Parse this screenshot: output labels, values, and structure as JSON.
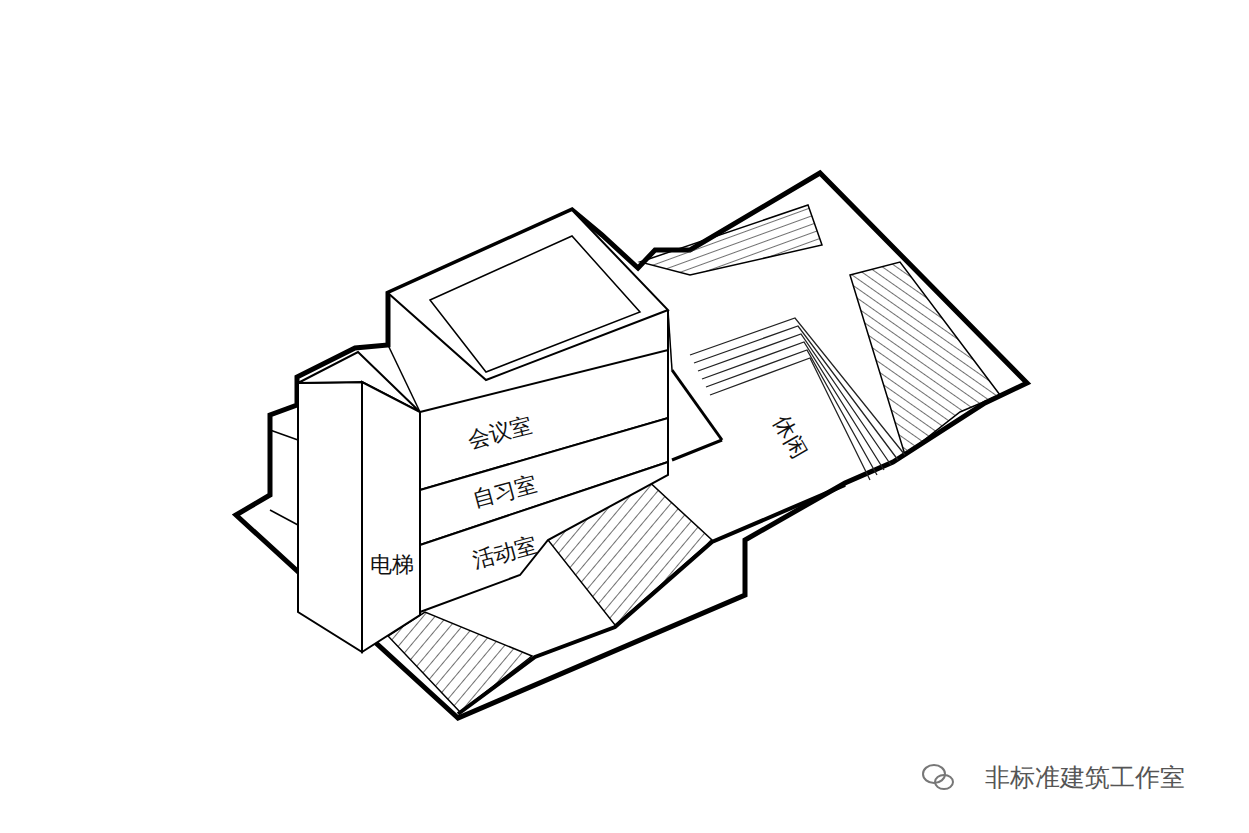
{
  "diagram": {
    "nodes": [
      {
        "text": [
          "会议室"
        ]
      },
      {
        "text": [
          "自习室"
        ]
      },
      {
        "text": [
          "活动室"
        ]
      },
      {
        "text": [
          "电梯"
        ]
      }
    ],
    "labels": [
      "休闲",
      "非标准建筑工作室"
    ]
  }
}
